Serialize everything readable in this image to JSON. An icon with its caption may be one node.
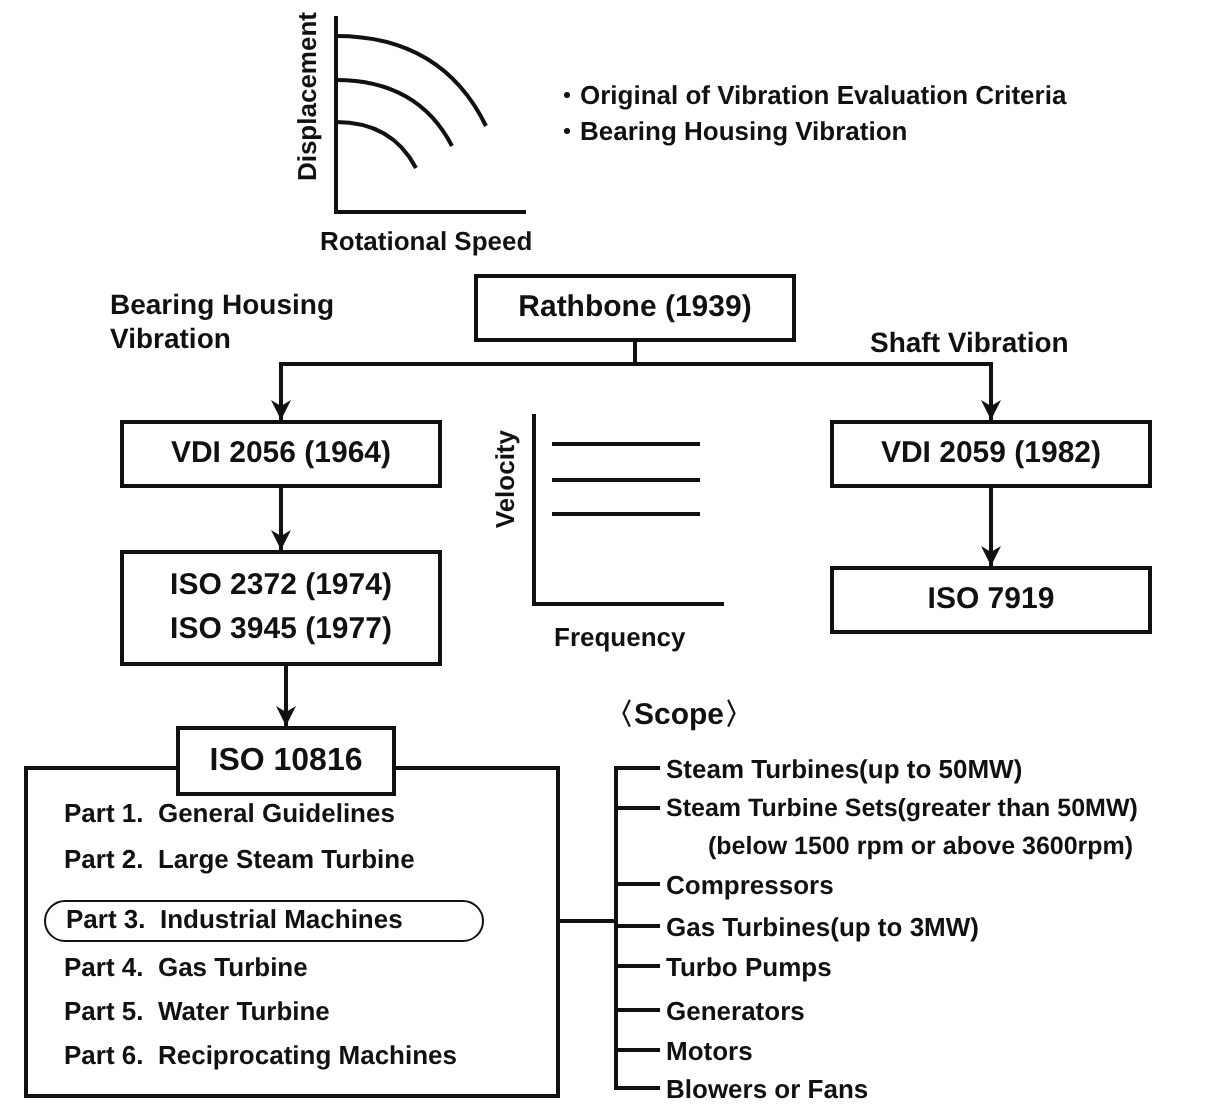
{
  "diagram": {
    "nodes": [
      {
        "text": [
          "Rathbone (1939)"
        ]
      },
      {
        "text": [
          "VDI 2056 (1964)"
        ]
      },
      {
        "text": [
          "ISO 2372 (1974)",
          "ISO 3945 (1977)"
        ]
      },
      {
        "text": [
          "VDI 2059 (1982)"
        ]
      },
      {
        "text": [
          "ISO 7919"
        ]
      },
      {
        "text": [
          "ISO 10816"
        ]
      },
      {
        "text": [
          "Part 3.  Industrial Machines"
        ],
        "in": 5
      },
      {
        "text": [
          "Steam Turbines(up to 50MW)"
        ]
      },
      {
        "text": [
          "Steam Turbine Sets(greater than 50MW) (below 1500 rpm or above 3600rpm)"
        ]
      },
      {
        "text": [
          "Compressors"
        ]
      },
      {
        "text": [
          "Gas Turbines(up to 3MW)"
        ]
      },
      {
        "text": [
          "Turbo Pumps"
        ]
      },
      {
        "text": [
          "Generators"
        ]
      },
      {
        "text": [
          "Motors"
        ]
      },
      {
        "text": [
          "Blowers or Fans"
        ]
      }
    ],
    "edges": [
      {
        "from": 0,
        "to": 1,
        "arrow": "to",
        "label": "Bearing Housing Vibration"
      },
      {
        "from": 0,
        "to": 3,
        "arrow": "to",
        "label": "Shaft Vibration"
      },
      {
        "from": 1,
        "to": 2,
        "arrow": "to"
      },
      {
        "from": 2,
        "to": 5,
        "arrow": "to"
      },
      {
        "from": 3,
        "to": 4,
        "arrow": "to"
      },
      {
        "from": 6,
        "to": 7,
        "arrow": "none"
      },
      {
        "from": 6,
        "to": 8,
        "arrow": "none"
      },
      {
        "from": 6,
        "to": 9,
        "arrow": "none"
      },
      {
        "from": 6,
        "to": 10,
        "arrow": "none"
      },
      {
        "from": 6,
        "to": 11,
        "arrow": "none"
      },
      {
        "from": 6,
        "to": 12,
        "arrow": "none"
      },
      {
        "from": 6,
        "to": 13,
        "arrow": "none"
      },
      {
        "from": 6,
        "to": 14,
        "arrow": "none"
      }
    ],
    "labels": [
      "Displacement",
      "Rotational Speed",
      "Original of Vibration Evaluation Criteria",
      "Bearing Housing Vibration",
      "Velocity",
      "Frequency",
      "〈Scope〉",
      "Part 1.  General Guidelines",
      "Part 2.  Large Steam Turbine",
      "Part 4.  Gas Turbine",
      "Part 5.  Water Turbine",
      "Part 6.  Reciprocating Machines"
    ]
  }
}
